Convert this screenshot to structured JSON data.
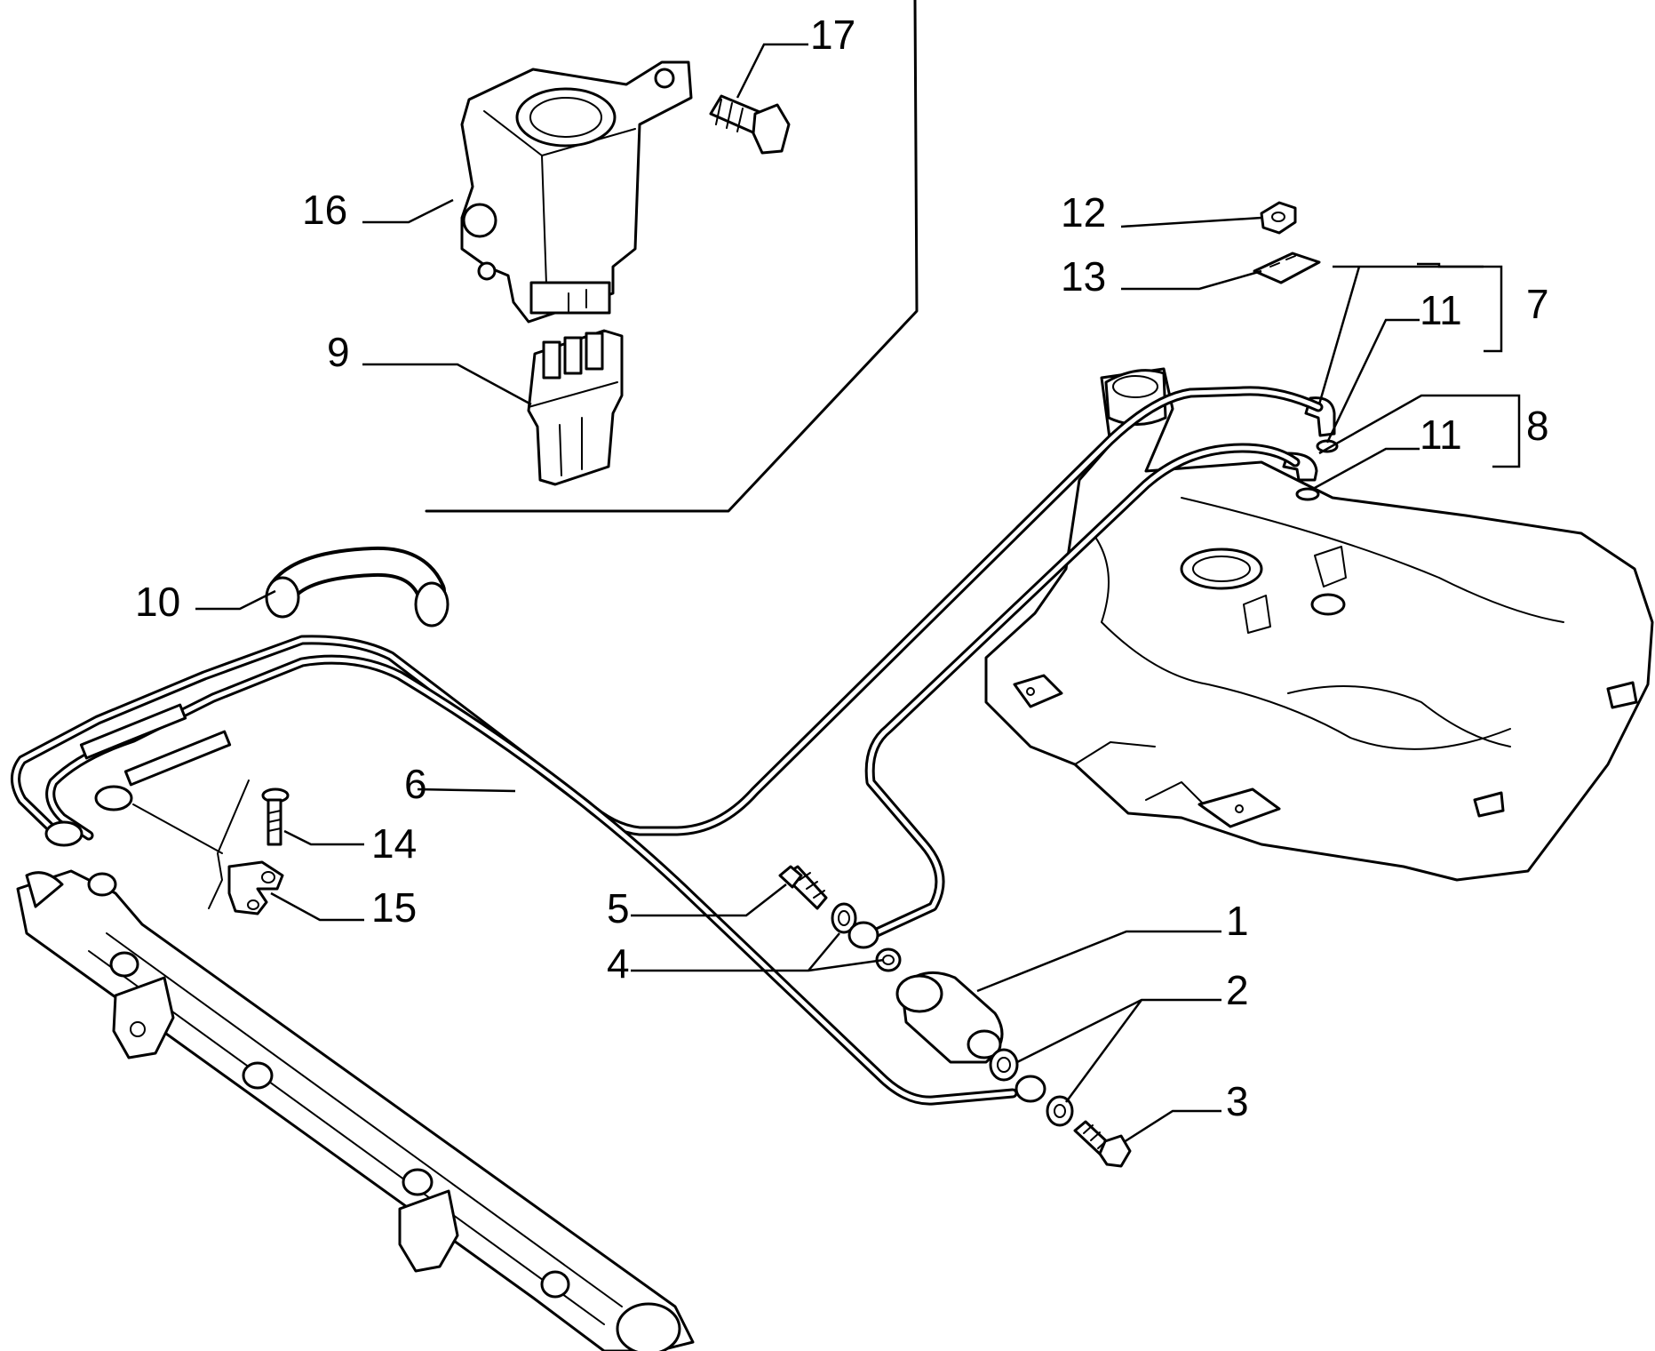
{
  "callouts": [
    {
      "id": "1",
      "text": "1"
    },
    {
      "id": "2",
      "text": "2"
    },
    {
      "id": "3",
      "text": "3"
    },
    {
      "id": "4",
      "text": "4"
    },
    {
      "id": "5",
      "text": "5"
    },
    {
      "id": "6",
      "text": "6"
    },
    {
      "id": "7",
      "text": "7"
    },
    {
      "id": "8",
      "text": "8"
    },
    {
      "id": "9",
      "text": "9"
    },
    {
      "id": "10",
      "text": "10"
    },
    {
      "id": "11a",
      "text": "11"
    },
    {
      "id": "11b",
      "text": "11"
    },
    {
      "id": "12",
      "text": "12"
    },
    {
      "id": "13",
      "text": "13"
    },
    {
      "id": "14",
      "text": "14"
    },
    {
      "id": "15",
      "text": "15"
    },
    {
      "id": "16",
      "text": "16"
    },
    {
      "id": "17",
      "text": "17"
    }
  ]
}
